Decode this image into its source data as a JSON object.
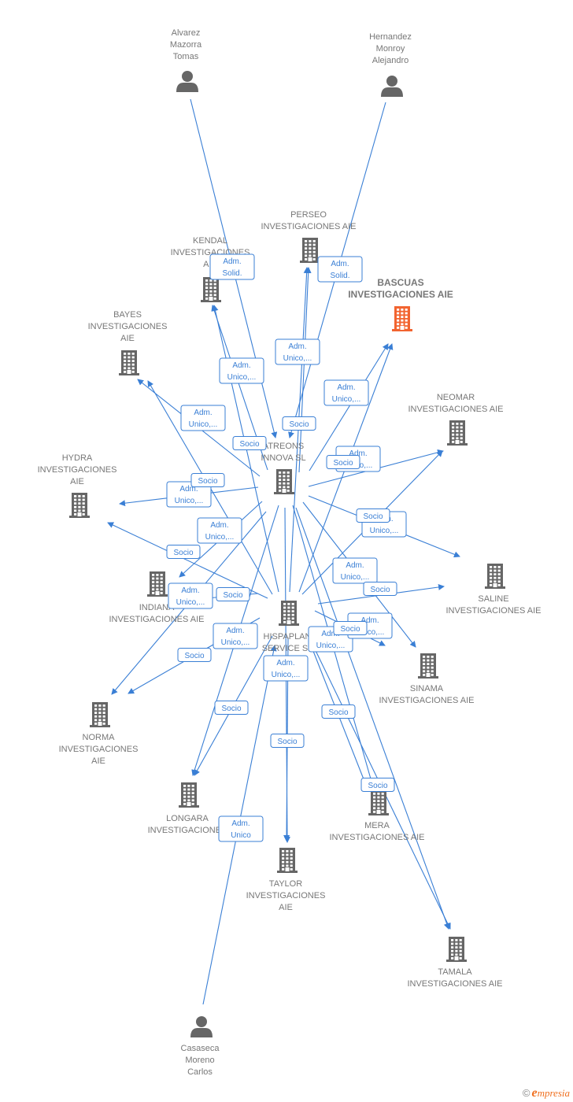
{
  "colors": {
    "edge": "#3a7fd5",
    "company": "#666666",
    "highlight": "#f26430",
    "person": "#666666",
    "label": "#777777"
  },
  "nodes": [
    {
      "id": "alvarez",
      "kind": "person",
      "lines": [
        "Alvarez",
        "Mazorra",
        "Tomas"
      ]
    },
    {
      "id": "hernandez",
      "kind": "person",
      "lines": [
        "Hernandez",
        "Monroy",
        "Alejandro"
      ]
    },
    {
      "id": "perseo",
      "kind": "company",
      "lines": [
        "PERSEO",
        "INVESTIGACIONES AIE"
      ]
    },
    {
      "id": "kendal",
      "kind": "company",
      "lines": [
        "KENDAL",
        "INVESTIGACIONES",
        "AIE"
      ]
    },
    {
      "id": "bascuas",
      "kind": "company",
      "highlight": true,
      "lines": [
        "BASCUAS",
        "INVESTIGACIONES AIE"
      ]
    },
    {
      "id": "bayes",
      "kind": "company",
      "lines": [
        "BAYES",
        "INVESTIGACIONES",
        "AIE"
      ]
    },
    {
      "id": "neomar",
      "kind": "company",
      "lines": [
        "NEOMAR",
        "INVESTIGACIONES AIE"
      ]
    },
    {
      "id": "atreons",
      "kind": "company",
      "lines": [
        "ATREONS",
        "INNOVA  SL"
      ]
    },
    {
      "id": "hydra",
      "kind": "company",
      "lines": [
        "HYDRA",
        "INVESTIGACIONES",
        "AIE"
      ]
    },
    {
      "id": "saline",
      "kind": "company",
      "lines": [
        "SALINE",
        "INVESTIGACIONES AIE"
      ]
    },
    {
      "id": "indiana",
      "kind": "company",
      "lines": [
        "INDIANA",
        "INVESTIGACIONES AIE"
      ]
    },
    {
      "id": "hispaplan",
      "kind": "company",
      "lines": [
        "HISPAPLAN",
        "SERVICE  SL"
      ]
    },
    {
      "id": "sinama",
      "kind": "company",
      "lines": [
        "SINAMA",
        "INVESTIGACIONES AIE"
      ]
    },
    {
      "id": "norma",
      "kind": "company",
      "lines": [
        "NORMA",
        "INVESTIGACIONES",
        "AIE"
      ]
    },
    {
      "id": "longara",
      "kind": "company",
      "lines": [
        "LONGARA",
        "INVESTIGACIONES"
      ]
    },
    {
      "id": "mera",
      "kind": "company",
      "lines": [
        "MERA",
        "INVESTIGACIONES AIE"
      ]
    },
    {
      "id": "taylor",
      "kind": "company",
      "lines": [
        "TAYLOR",
        "INVESTIGACIONES",
        "AIE"
      ]
    },
    {
      "id": "tamala",
      "kind": "company",
      "lines": [
        "TAMALA",
        "INVESTIGACIONES AIE"
      ]
    },
    {
      "id": "casaseca",
      "kind": "person",
      "lines": [
        "Casaseca",
        "Moreno",
        "Carlos"
      ]
    }
  ],
  "edges": [
    {
      "from": "alvarez",
      "to": "atreons",
      "label": [
        "Adm.",
        "Solid."
      ]
    },
    {
      "from": "hernandez",
      "to": "atreons",
      "label": [
        "Adm.",
        "Solid."
      ]
    },
    {
      "from": "atreons",
      "to": "perseo",
      "label": [
        "Adm.",
        "Unico,..."
      ]
    },
    {
      "from": "atreons",
      "to": "kendal",
      "label": [
        "Adm.",
        "Unico,..."
      ]
    },
    {
      "from": "atreons",
      "to": "bayes",
      "label": [
        "Adm.",
        "Unico,..."
      ]
    },
    {
      "from": "atreons",
      "to": "bascuas",
      "label": [
        "Adm.",
        "Unico,..."
      ]
    },
    {
      "from": "atreons",
      "to": "neomar",
      "label": [
        "Adm.",
        "Unico,..."
      ]
    },
    {
      "from": "atreons",
      "to": "hydra",
      "label": [
        "Adm.",
        "Unico,..."
      ]
    },
    {
      "from": "atreons",
      "to": "saline",
      "label": [
        "Adm.",
        "Unico,..."
      ]
    },
    {
      "from": "atreons",
      "to": "indiana",
      "label": [
        "Adm.",
        "Unico,..."
      ]
    },
    {
      "from": "atreons",
      "to": "sinama",
      "label": [
        "Adm.",
        "Unico,..."
      ]
    },
    {
      "from": "atreons",
      "to": "norma",
      "label": [
        "Adm.",
        "Unico,..."
      ]
    },
    {
      "from": "atreons",
      "to": "longara",
      "label": [
        "Adm.",
        "Unico,..."
      ]
    },
    {
      "from": "atreons",
      "to": "mera",
      "label": [
        "Adm.",
        "Unico,..."
      ]
    },
    {
      "from": "atreons",
      "to": "taylor",
      "label": [
        "Adm.",
        "Unico,..."
      ]
    },
    {
      "from": "atreons",
      "to": "tamala",
      "label": [
        "Adm.",
        "Unico,..."
      ]
    },
    {
      "from": "hispaplan",
      "to": "perseo",
      "label": [
        "Socio"
      ]
    },
    {
      "from": "hispaplan",
      "to": "kendal",
      "label": [
        "Socio"
      ]
    },
    {
      "from": "hispaplan",
      "to": "bayes",
      "label": [
        "Socio"
      ]
    },
    {
      "from": "hispaplan",
      "to": "bascuas",
      "label": [
        "Socio"
      ]
    },
    {
      "from": "hispaplan",
      "to": "neomar",
      "label": [
        "Socio"
      ]
    },
    {
      "from": "hispaplan",
      "to": "hydra",
      "label": [
        "Socio"
      ]
    },
    {
      "from": "hispaplan",
      "to": "saline",
      "label": [
        "Socio"
      ]
    },
    {
      "from": "hispaplan",
      "to": "indiana",
      "label": [
        "Socio"
      ]
    },
    {
      "from": "hispaplan",
      "to": "sinama",
      "label": [
        "Socio"
      ]
    },
    {
      "from": "hispaplan",
      "to": "norma",
      "label": [
        "Socio"
      ]
    },
    {
      "from": "hispaplan",
      "to": "longara",
      "label": [
        "Socio"
      ]
    },
    {
      "from": "hispaplan",
      "to": "mera",
      "label": [
        "Socio"
      ]
    },
    {
      "from": "hispaplan",
      "to": "taylor",
      "label": [
        "Socio"
      ]
    },
    {
      "from": "hispaplan",
      "to": "tamala",
      "label": [
        "Socio"
      ]
    },
    {
      "from": "casaseca",
      "to": "hispaplan",
      "label": [
        "Adm.",
        "Unico"
      ]
    }
  ],
  "footer": {
    "copyright": "©",
    "brand_initial": "e",
    "brand_rest": "mpresia"
  }
}
